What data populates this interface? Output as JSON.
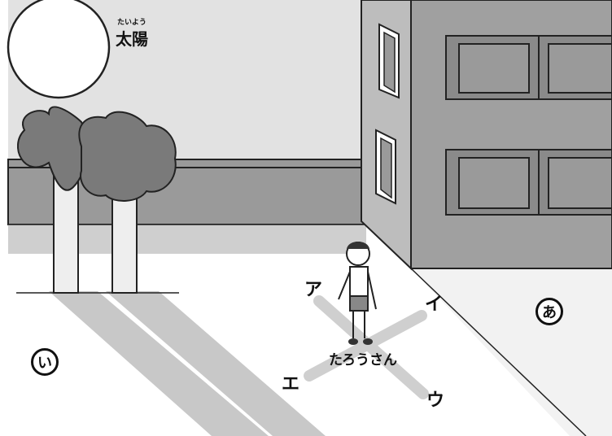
{
  "sun": {
    "ruby": "たいよう",
    "label": "太陽"
  },
  "choices": {
    "a": "ア",
    "i": "イ",
    "u": "ウ",
    "e": "エ"
  },
  "person": {
    "label": "たろうさん"
  },
  "markers": {
    "building": "あ",
    "trees": "い"
  },
  "colors": {
    "sky": "#e2e2e2",
    "wall": "#9a9a9a",
    "building": "#9e9e9e",
    "shadow": "#c4c4c4",
    "tree": "#7a7a7a"
  }
}
